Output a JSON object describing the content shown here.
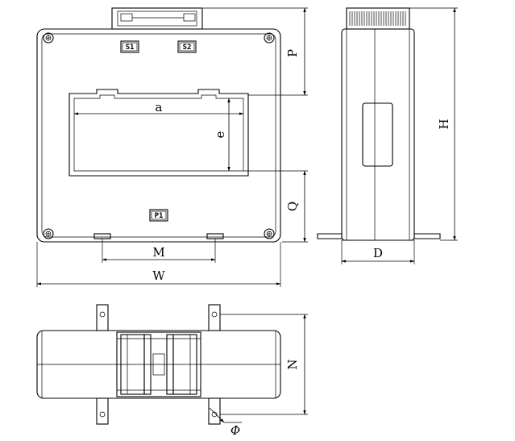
{
  "terminals": {
    "s1": "S1",
    "s2": "S2",
    "p1": "P1"
  },
  "dimensions": {
    "a": "a",
    "e": "e",
    "p": "P",
    "q": "Q",
    "m": "M",
    "w": "W",
    "h": "H",
    "d": "D",
    "n": "N",
    "phi": "Φ"
  }
}
